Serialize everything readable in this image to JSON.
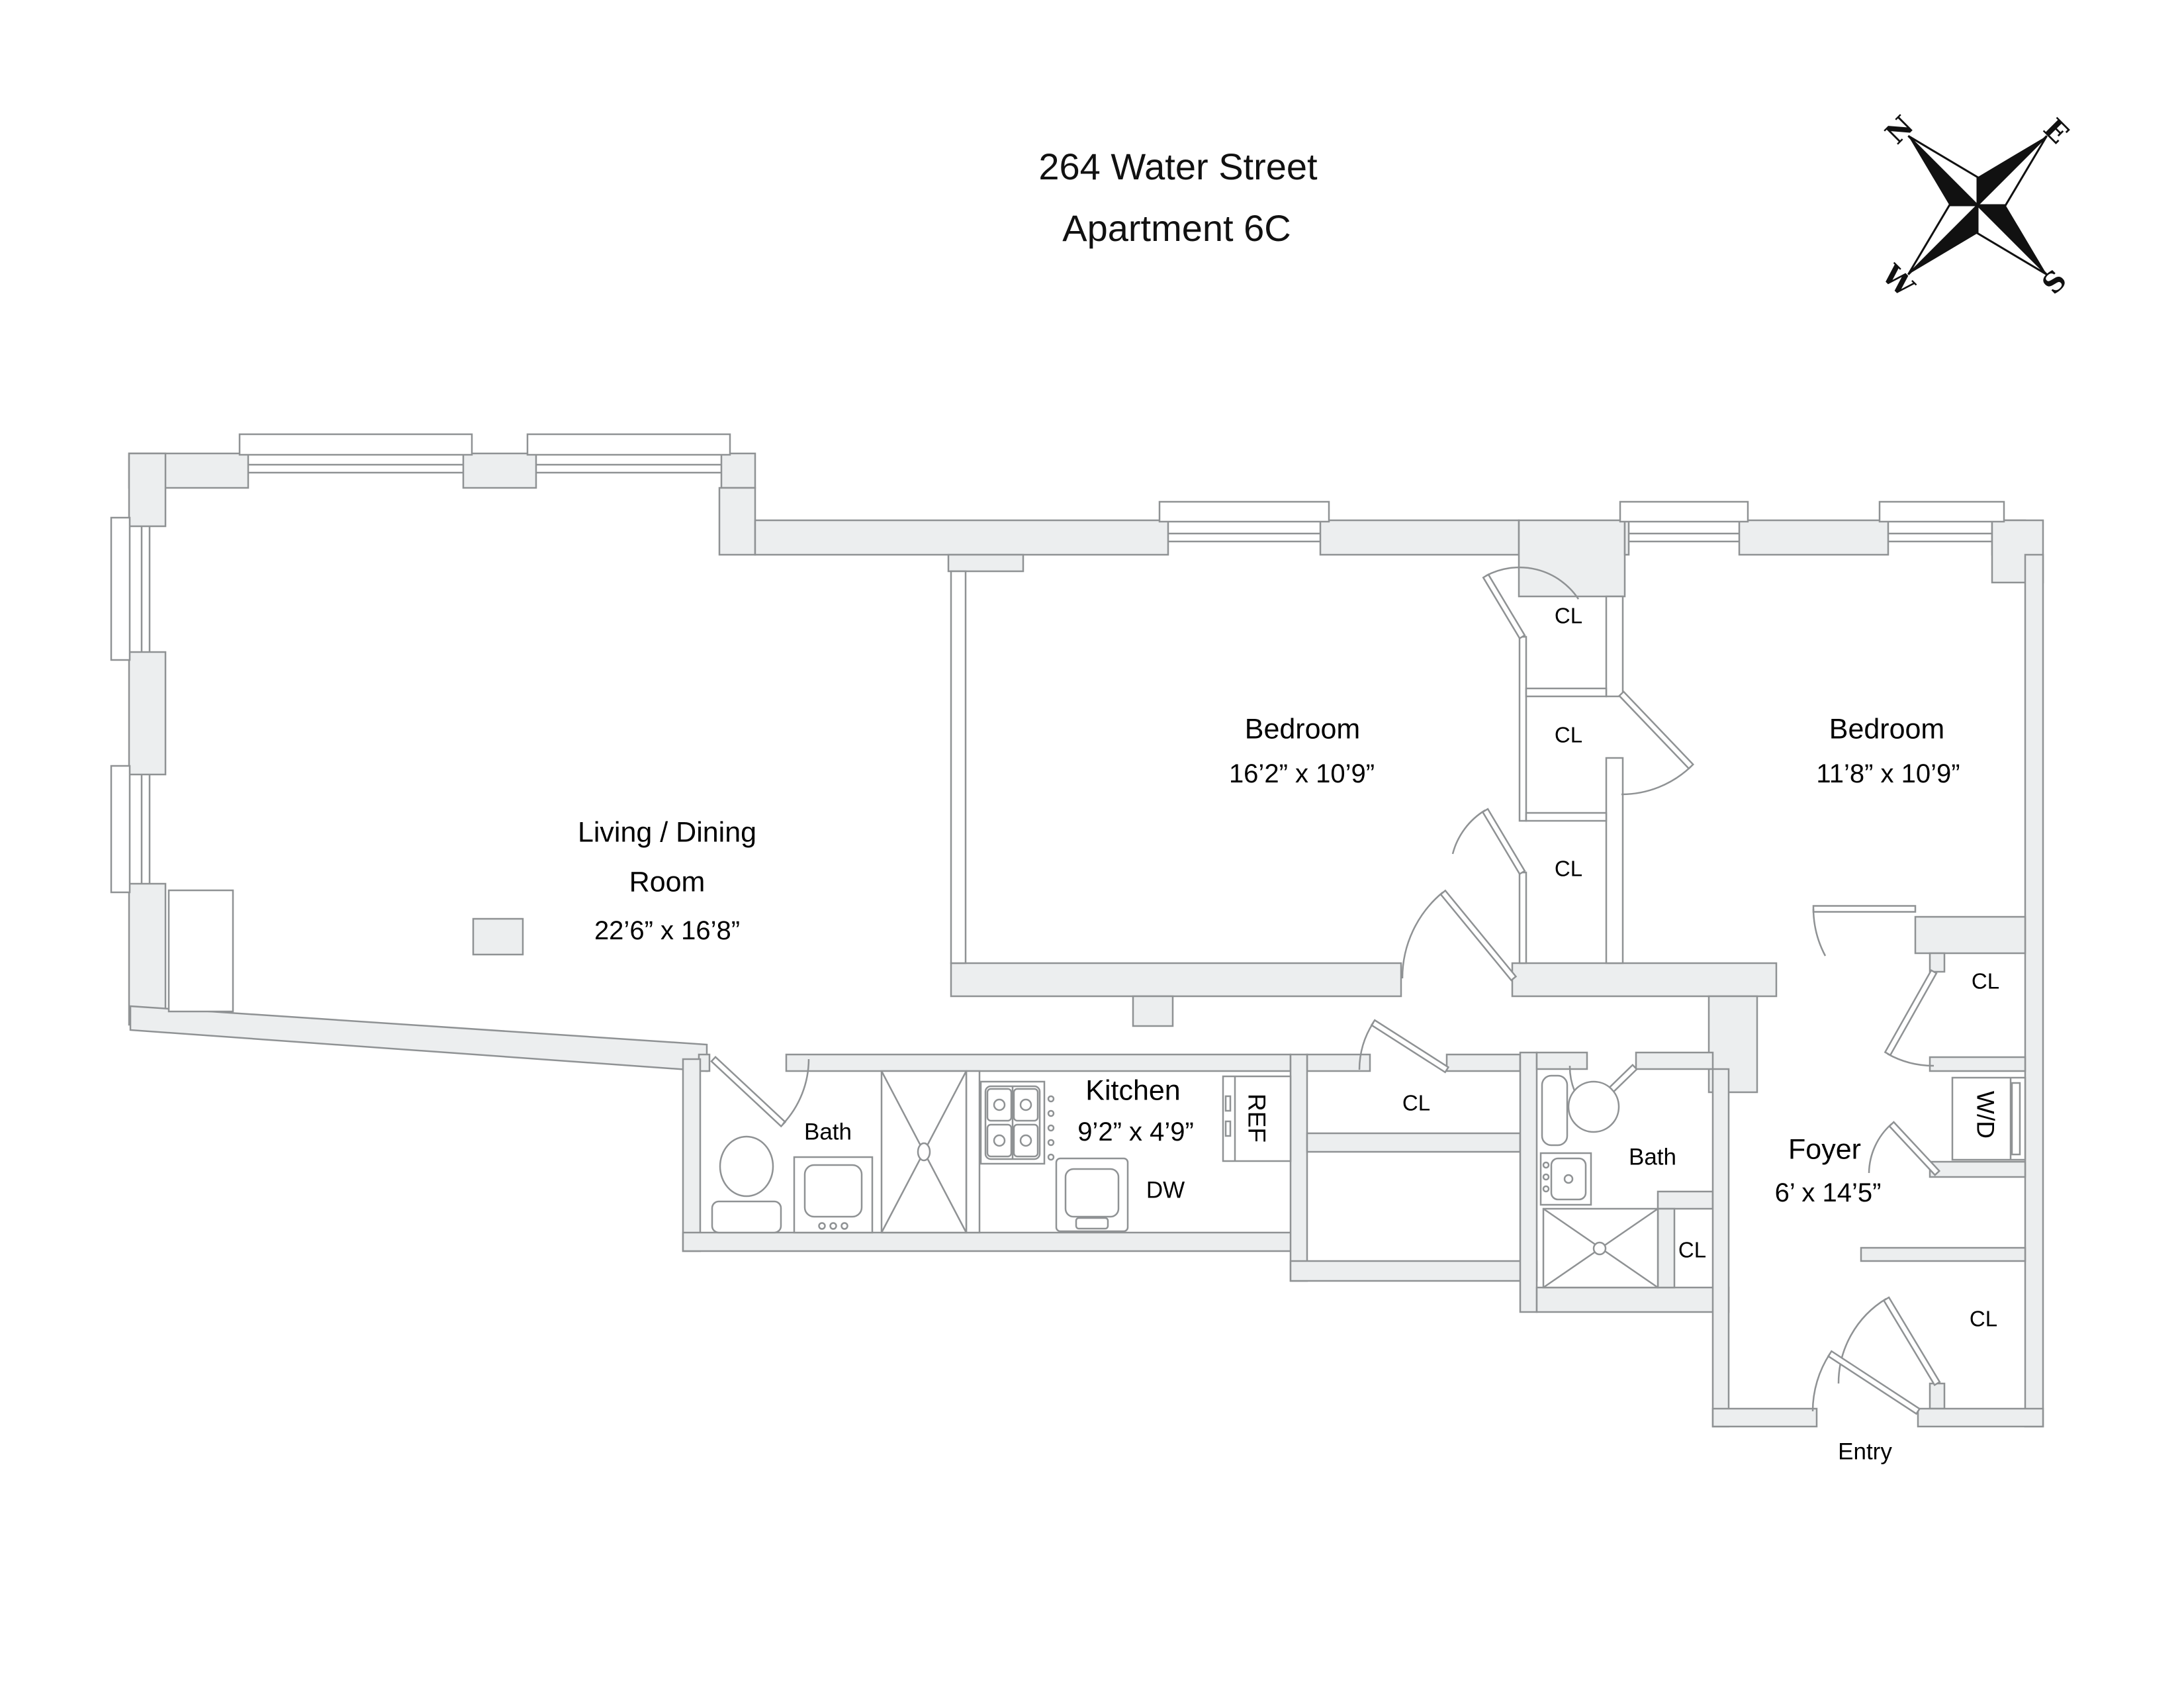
{
  "title": {
    "line1": "264 Water Street",
    "line2": "Apartment 6C"
  },
  "compass": {
    "n": "N",
    "e": "E",
    "s": "S",
    "w": "W"
  },
  "rooms": {
    "living_line1": "Living / Dining",
    "living_line2": "Room",
    "living_dims": "22’6” x 16’8”",
    "bedroom1_name": "Bedroom",
    "bedroom1_dims": "16’2” x 10’9”",
    "bedroom2_name": "Bedroom",
    "bedroom2_dims": "11’8” x 10’9”",
    "kitchen_name": "Kitchen",
    "kitchen_dims": "9’2” x 4’9”",
    "bath1_name": "Bath",
    "bath2_name": "Bath",
    "foyer_name": "Foyer",
    "foyer_dims": "6’ x 14’5”",
    "entry_label": "Entry"
  },
  "closets": {
    "between_top": "CL",
    "between_middle": "CL",
    "between_bottom": "CL",
    "hall": "CL",
    "bath": "CL",
    "foyer_top": "CL",
    "foyer_bottom": "CL"
  },
  "appliances": {
    "ref": "REF",
    "dw": "DW",
    "washer_dryer": "W/D"
  },
  "colors": {
    "wall_fill": "#ECEEEF",
    "wall_line": "#8F9294",
    "text": "#000000"
  }
}
